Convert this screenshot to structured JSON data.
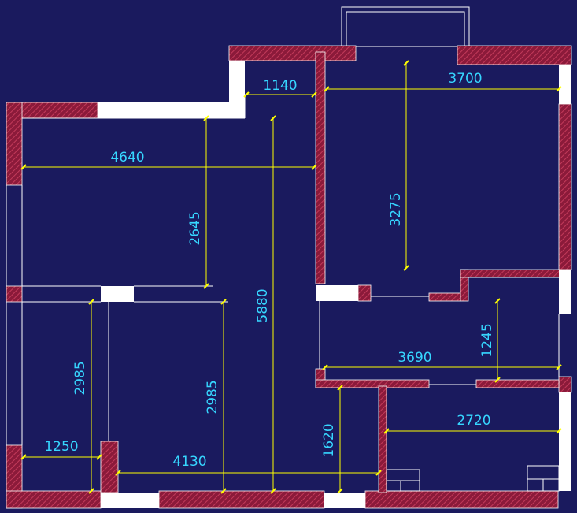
{
  "colors": {
    "background": "#1a1a5e",
    "wall_fill": "#8b1a3a",
    "wall_hatch": "#c23a5a",
    "wall_outline": "#ffffff",
    "opening": "#ffffff",
    "dimension_line": "#ffff00",
    "dimension_text": "#36d6ff"
  },
  "dimensions": {
    "d1140": "1140",
    "d3700": "3700",
    "d4640": "4640",
    "d2645": "2645",
    "d3275": "3275",
    "d5880": "5880",
    "d2985_left": "2985",
    "d2985_mid": "2985",
    "d1245": "1245",
    "d3690": "3690",
    "d2720": "2720",
    "d1250": "1250",
    "d4130": "4130",
    "d1620": "1620"
  }
}
